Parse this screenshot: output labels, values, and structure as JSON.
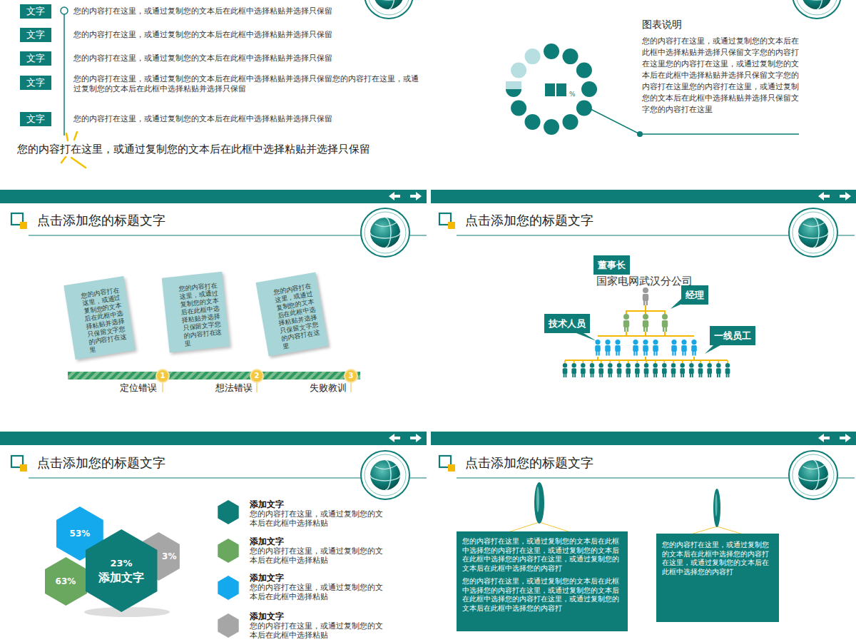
{
  "diagram": {
    "nodes": [
      {
        "text": [
          "文字"
        ]
      },
      {
        "text": [
          "文字"
        ]
      },
      {
        "text": [
          "文字"
        ]
      },
      {
        "text": [
          "文字"
        ]
      },
      {
        "text": [
          "文字"
        ]
      },
      {
        "text": [
          "您的内容打在这里，或通过复制您的文本后在此框中选择粘贴并选择只保留文字您的内容打在这里"
        ]
      },
      {
        "text": [
          "您的内容打在这里，或通过复制您的文本后在此框中选择粘贴并选择只保留文字您的内容打在这里"
        ]
      },
      {
        "text": [
          "您的内容打在这里，或通过复制您的文本后在此框中选择粘贴并选择只保留文字您的内容打在这里"
        ]
      },
      {
        "text": [
          "1"
        ]
      },
      {
        "text": [
          "2"
        ]
      },
      {
        "text": [
          "3"
        ]
      },
      {
        "text": [
          "董事长"
        ]
      },
      {
        "text": [
          "经理"
        ]
      },
      {
        "text": [
          "技术人员"
        ]
      },
      {
        "text": [
          "一线员工"
        ]
      },
      {
        "text": [
          "53%"
        ]
      },
      {
        "text": [
          "3%"
        ]
      },
      {
        "text": [
          "63%"
        ]
      },
      {
        "text": [
          "23%",
          "添加文字"
        ]
      },
      {
        "text": [
          "您的内容打在这里，或通过复制您的文本后在此框中选择您的内容打在这里，或通过复制您的文本后在此框中选择您的内容打在这里，或通过复制您的文本后在此框中选择您的内容打",
          "您的内容打在这里，或通过复制您的文本后在此框中选择您的内容打在这里，或通过复制您的文本后在此框中选择您的内容打在这里，或通过复制您的文本后在此框中选择您的内容打"
        ]
      },
      {
        "text": [
          "您的内容打在这里，或通过复制您的文本后在此框中选择您的内容打在这里，或通过复制您的文本后在此框中选择您的内容打"
        ]
      }
    ],
    "labels": [
      "您的内容打在这里，或通过复制您的文本后在此框中选择粘贴并选择只保留",
      "您的内容打在这里，或通过复制您的文本后在此框中选择粘贴并选择只保留",
      "您的内容打在这里，或通过复制您的文本后在此框中选择粘贴并选择只保留",
      "您的内容打在这里，或通过复制您的文本后在此框中选择粘贴并选择只保留您的内容打在这里，或通过复制您的文本后在此框中选择粘贴并选择只保留",
      "您的内容打在这里，或通过复制您的文本后在此框中选择粘贴并选择只保留",
      "您的内容打在这里，或通过复制您的文本后在此框中选择粘贴并选择只保留",
      "%",
      "图表说明",
      "您的内容打在这里，或通过复制您的文本后在此框中选择粘贴并选择只保留文字您的内容打在这里您的内容打在这里，或通过复制您的文本后在此框中选择粘贴并选择只保留文字您的内容打在这里您的内容打在这里，或通过复制您的文本后在此框中选择粘贴并选择只保留文字您的内容打在这里",
      "点击添加您的标题文字",
      "定位错误",
      "想法错误",
      "失败教训",
      "点击添加您的标题文字",
      "国家电网武汉分公司",
      "点击添加您的标题文字",
      "添加文字",
      "您的内容打在这里，或通过复制您的文本后在此框中选择粘贴",
      "添加文字",
      "您的内容打在这里，或通过复制您的文本后在此框中选择粘贴",
      "添加文字",
      "您的内容打在这里，或通过复制您的文本后在此框中选择粘贴",
      "添加文字",
      "您的内容打在这里，或通过复制您的文本后在此框中选择粘贴",
      "点击添加您的标题文字"
    ]
  }
}
